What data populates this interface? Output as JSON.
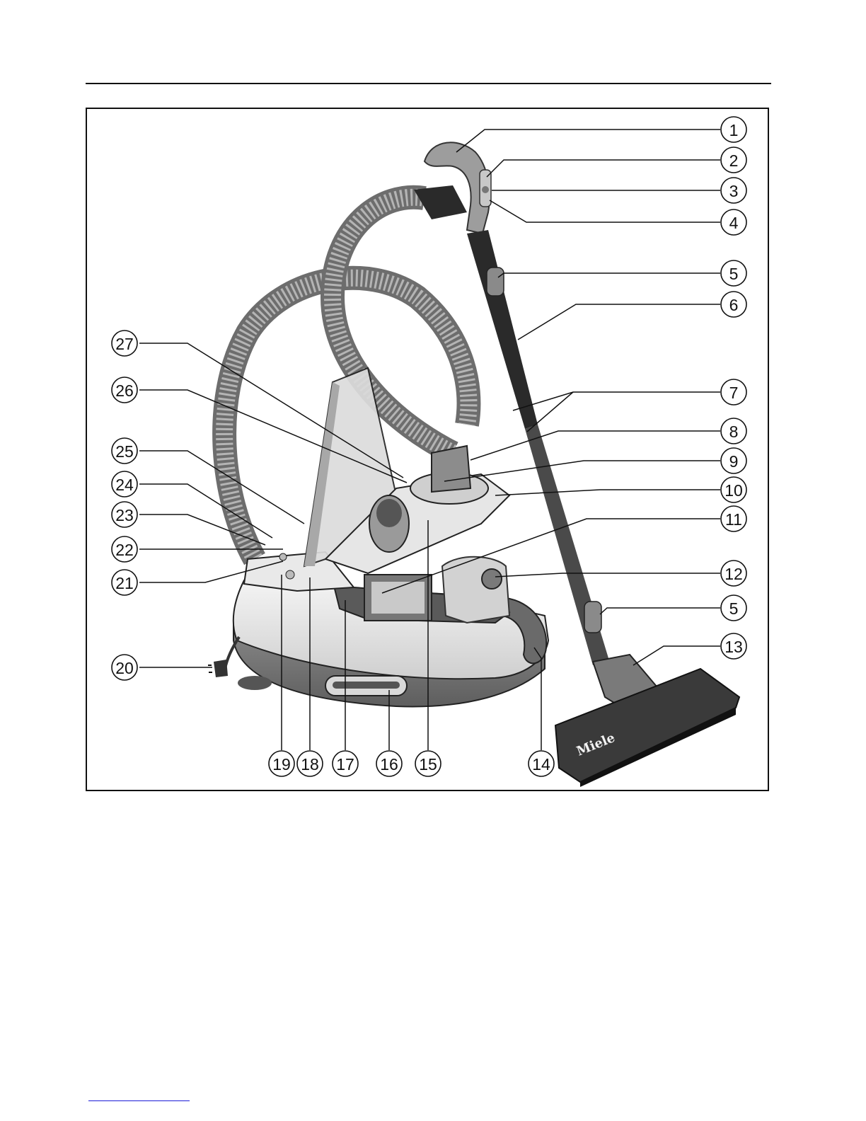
{
  "figure": {
    "brand_logo_text": "Miele",
    "callouts": [
      {
        "id": "callout-1",
        "label": "1"
      },
      {
        "id": "callout-2",
        "label": "2"
      },
      {
        "id": "callout-3",
        "label": "3"
      },
      {
        "id": "callout-4",
        "label": "4"
      },
      {
        "id": "callout-5-top",
        "label": "5"
      },
      {
        "id": "callout-6",
        "label": "6"
      },
      {
        "id": "callout-7",
        "label": "7"
      },
      {
        "id": "callout-8",
        "label": "8"
      },
      {
        "id": "callout-9",
        "label": "9"
      },
      {
        "id": "callout-10",
        "label": "10"
      },
      {
        "id": "callout-11",
        "label": "11"
      },
      {
        "id": "callout-12",
        "label": "12"
      },
      {
        "id": "callout-5-bottom",
        "label": "5"
      },
      {
        "id": "callout-13",
        "label": "13"
      },
      {
        "id": "callout-27",
        "label": "27"
      },
      {
        "id": "callout-26",
        "label": "26"
      },
      {
        "id": "callout-25",
        "label": "25"
      },
      {
        "id": "callout-24",
        "label": "24"
      },
      {
        "id": "callout-23",
        "label": "23"
      },
      {
        "id": "callout-22",
        "label": "22"
      },
      {
        "id": "callout-21",
        "label": "21"
      },
      {
        "id": "callout-20",
        "label": "20"
      },
      {
        "id": "callout-19",
        "label": "19"
      },
      {
        "id": "callout-18",
        "label": "18"
      },
      {
        "id": "callout-17",
        "label": "17"
      },
      {
        "id": "callout-16",
        "label": "16"
      },
      {
        "id": "callout-15",
        "label": "15"
      },
      {
        "id": "callout-14",
        "label": "14"
      }
    ]
  }
}
